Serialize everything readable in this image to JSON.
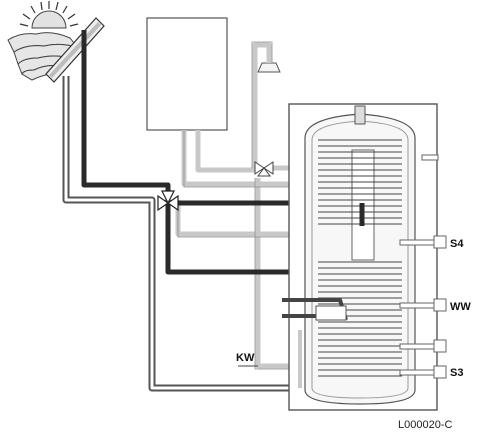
{
  "labels": {
    "s4": "S4",
    "ww": "WW",
    "s3": "S3",
    "kw": "KW",
    "reference": "L000020-C"
  },
  "icons": [
    "sun-icon",
    "solar-collector-icon",
    "boiler-icon",
    "shower-icon",
    "mixing-valve-icon",
    "three-way-valve-icon",
    "storage-tank-icon"
  ],
  "colors": {
    "solar_circuit": "#2a2a2a",
    "pipe_light": "#c8c8c8",
    "pipe_mid": "#9a9a9a",
    "outline": "#555555"
  }
}
